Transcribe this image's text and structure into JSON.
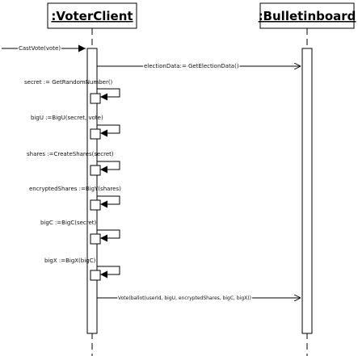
{
  "lifelines": [
    {
      "name": ":VoterClient"
    },
    {
      "name": ":Bulletinboard"
    }
  ],
  "found_message": "CastVote(vote)",
  "messages": [
    {
      "label": "electionData:= GetElectionData()",
      "kind": "call"
    },
    {
      "label": "secret := GetRandomNumber()",
      "kind": "self"
    },
    {
      "label": "bigU :=BigU(secret, vote)",
      "kind": "self"
    },
    {
      "label": "shares :=CreateShares(secret)",
      "kind": "self"
    },
    {
      "label": "encryptedShares :=BigY(shares)",
      "kind": "self"
    },
    {
      "label": "bigC :=BigC(secret)",
      "kind": "self"
    },
    {
      "label": "bigX :=BigX(bigC)",
      "kind": "self"
    },
    {
      "label": "Vote(ballot(userId, bigU, encryptedShares, bigC, bigX))",
      "kind": "call"
    }
  ]
}
